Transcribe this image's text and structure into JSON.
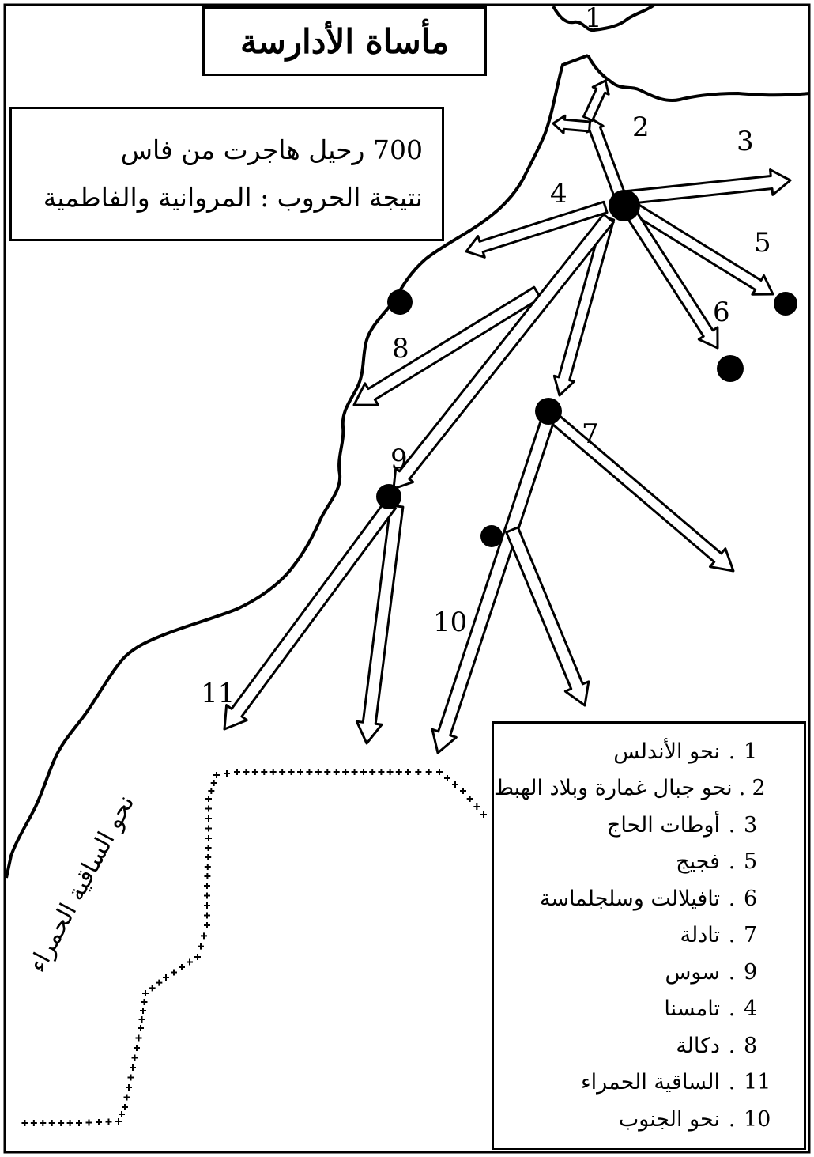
{
  "title": "مأساة الأدارسة",
  "info": {
    "line1": "700 رحيل هاجرت من فاس",
    "line2": "نتيجة الحروب : المروانية والفاطمية"
  },
  "curved_label": "نحو الساقية الحمراء",
  "map_numbers": [
    "1",
    "2",
    "3",
    "4",
    "5",
    "6",
    "7",
    "8",
    "9",
    "10",
    "11"
  ],
  "legend": [
    {
      "num": "1",
      "name": "نحو الأندلس"
    },
    {
      "num": "2",
      "name": "نحو جبال غمارة وبلاد الهبط"
    },
    {
      "num": "3",
      "name": "أوطات الحاج"
    },
    {
      "num": "5",
      "name": "فجيج"
    },
    {
      "num": "6",
      "name": "تافيلالت وسلجلماسة"
    },
    {
      "num": "7",
      "name": "تادلة"
    },
    {
      "num": "9",
      "name": "سوس"
    },
    {
      "num": "4",
      "name": "تامسنا"
    },
    {
      "num": "8",
      "name": "دكالة"
    },
    {
      "num": "11",
      "name": "الساقية الحمراء"
    },
    {
      "num": "10",
      "name": "نحو الجنوب"
    }
  ],
  "colors": {
    "ink": "#000000",
    "paper": "#ffffff"
  }
}
